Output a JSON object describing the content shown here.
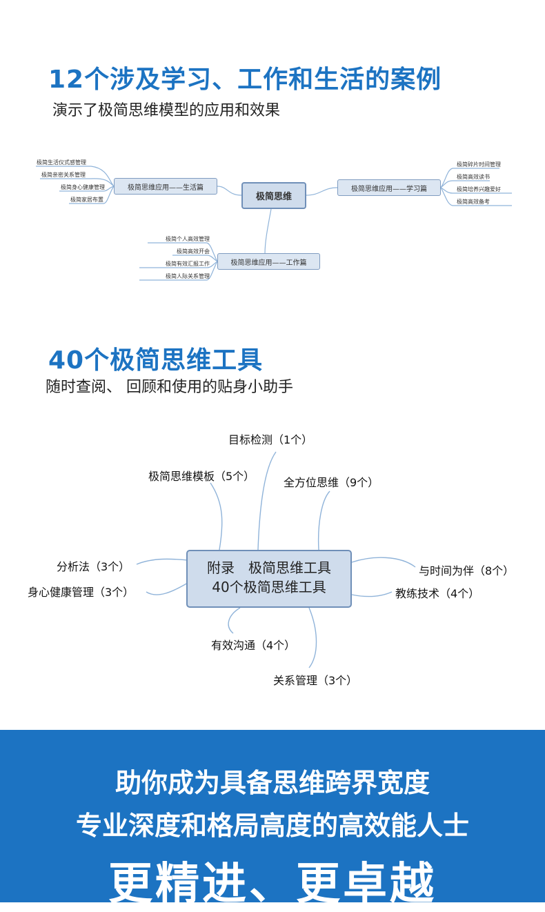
{
  "section1": {
    "title": "12个涉及学习、工作和生活的案例",
    "subtitle": "演示了极简思维模型的应用和效果"
  },
  "mindmap1": {
    "center": "极简思维",
    "branches": {
      "life": {
        "label": "极简思维应用——生活篇",
        "leaves": [
          "极简生活仪式感管理",
          "极简亲密关系管理",
          "极简身心健康管理",
          "极简家居布置"
        ]
      },
      "study": {
        "label": "极简思维应用——学习篇",
        "leaves": [
          "极简碎片时间管理",
          "极简高效读书",
          "极简培养兴趣爱好",
          "极简高效备考"
        ]
      },
      "work": {
        "label": "极简思维应用——工作篇",
        "leaves": [
          "极简个人高效管理",
          "极简高效开会",
          "极简有效汇报工作",
          "极简人际关系管理"
        ]
      }
    }
  },
  "section2": {
    "title": "40个极简思维工具",
    "subtitle": "随时查阅、 回顾和使用的贴身小助手"
  },
  "mindmap2": {
    "center_line1": "附录　极简思维工具",
    "center_line2": "40个极简思维工具",
    "tools": [
      "目标检测（1个）",
      "极简思维模板（5个）",
      "全方位思维（9个）",
      "分析法（3个）",
      "身心健康管理（3个）",
      "与时间为伴（8个）",
      "教练技术（4个）",
      "有效沟通（4个）",
      "关系管理（3个）"
    ]
  },
  "banner": {
    "line1": "助你成为具备思维跨界宽度",
    "line2": "专业深度和格局高度的高效能人士",
    "line3": "更精进、更卓越"
  },
  "colors": {
    "accent": "#1c73c2",
    "node_fill": "#dce6f2",
    "node_border": "#7e9bc0",
    "connector": "#8fb3d9"
  }
}
